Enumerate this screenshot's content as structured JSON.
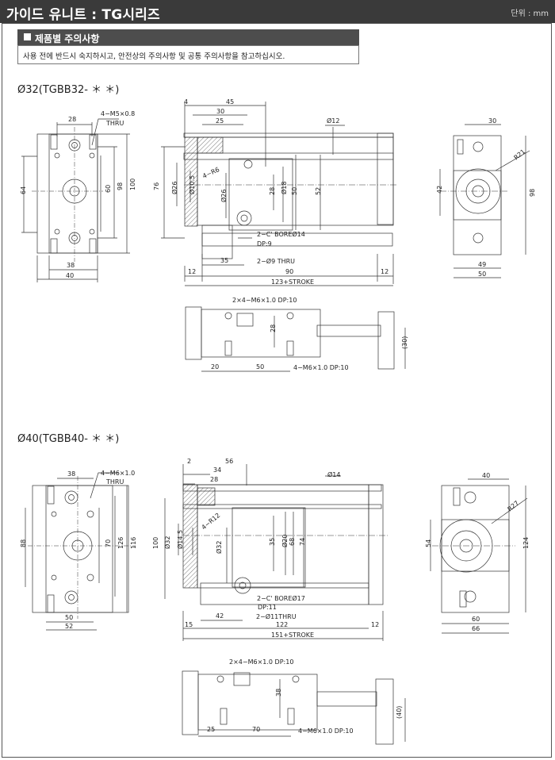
{
  "header": {
    "title": "가이드 유니트 : TG시리즈",
    "unit": "단위 : mm"
  },
  "notice": {
    "title": "제품별 주의사항",
    "text": "사용 전에 반드시 숙지하시고, 안전상의 주의사항 및 공통 주의사항을 참고하십시오."
  },
  "section32": {
    "model": "Ø32(TGBB32- ＊ ＊)",
    "front": {
      "dim28": "28",
      "dim64": "64",
      "dim60": "60",
      "dim98": "98",
      "dim100": "100",
      "dim38": "38",
      "dim40": "40",
      "tap": "4−M5×0.8",
      "thru": "THRU"
    },
    "side": {
      "dim4": "4",
      "dim45": "45",
      "dim30": "30",
      "dim25": "25",
      "phi12": "Ø12",
      "r6": "4−R6",
      "dim76": "76",
      "phi26": "Ø26",
      "phi105": "Ø10.5",
      "phi26h": "Ø26",
      "dim28": "28",
      "phi18": "Ø18",
      "dim50": "50",
      "dim52": "52",
      "bore": "2−C' BOREØ14",
      "dp": "DP:9",
      "thru": "2−Ø9 THRU",
      "dim35": "35",
      "dim12a": "12",
      "dim90": "90",
      "dim12b": "12",
      "stroke": "123+STROKE"
    },
    "rear": {
      "dim30": "30",
      "r21": "R21",
      "dim42": "42",
      "dim98": "98",
      "dim49": "49",
      "dim50": "50"
    },
    "bottom": {
      "tap1": "2×4−M6×1.0 DP:10",
      "dim28": "28",
      "dim20": "20",
      "dim50": "50",
      "tap2": "4−M6×1.0 DP:10",
      "dim30": "(30)"
    }
  },
  "section40": {
    "model": "Ø40(TGBB40- ＊ ＊)",
    "front": {
      "dim38": "38",
      "dim88": "88",
      "dim70": "70",
      "dim126": "126",
      "dim116": "116",
      "dim50": "50",
      "dim52": "52",
      "tap": "4−M6×1.0",
      "thru": "THRU"
    },
    "side": {
      "dim2": "2",
      "dim56": "56",
      "dim34": "34",
      "dim28": "28",
      "phi14": "Ø14",
      "r12": "4−R12",
      "dim100": "100",
      "phi32": "Ø32",
      "phi145": "Ø14.5",
      "phi32h": "Ø32",
      "dim35": "35",
      "phi20": "Ø20",
      "dim68": "68",
      "dim74": "74",
      "bore": "2−C' BOREØ17",
      "dp": "DP:11",
      "thru": "2−Ø11THRU",
      "dim42": "42",
      "dim15": "15",
      "dim122": "122",
      "dim12": "12",
      "stroke": "151+STROKE"
    },
    "rear": {
      "dim40": "40",
      "r27": "R27",
      "dim54": "54",
      "dim124": "124",
      "dim60": "60",
      "dim66": "66"
    },
    "bottom": {
      "tap1": "2×4−M6×1.0 DP:10",
      "dim38": "38",
      "dim25": "25",
      "dim70": "70",
      "tap2": "4−M6×1.0 DP:10",
      "dim40": "(40)"
    }
  }
}
